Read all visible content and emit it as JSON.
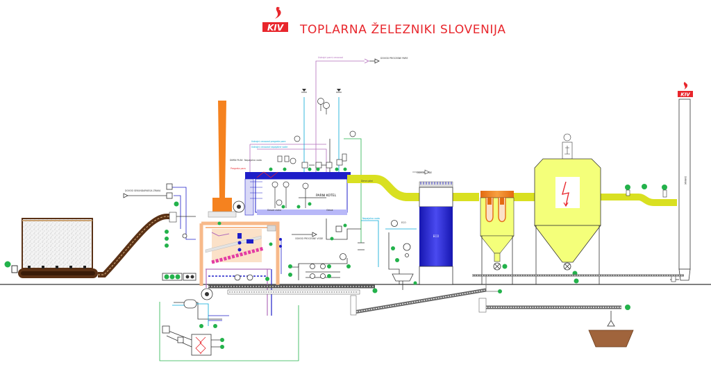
{
  "header": {
    "logo_text": "KIV",
    "title": "TOPLARNA ŽELEZNIKI SLOVENIJA"
  },
  "chimney": {
    "logo_text": "KIV",
    "label": "DIMNIK"
  },
  "boiler": {
    "label": "PARNI KOTEL"
  },
  "economizer": {
    "label": "ECO"
  },
  "colors": {
    "title_red": "#e8262c",
    "fuel_brown": "#5a3115",
    "fuel_silo_fill": "#eeeeee",
    "furnace_orange": "#f5821f",
    "flue_gas_yellow": "#d9e021",
    "filter_yellow": "#f4ff7a",
    "steam_blue": "#1e1ec8",
    "water_cyan": "#00a6d6",
    "steam_magenta": "#b26dbb",
    "ground_gray": "#555555",
    "instrument_green": "#23b24b",
    "ash_pit_brown": "#a0643c"
  }
}
